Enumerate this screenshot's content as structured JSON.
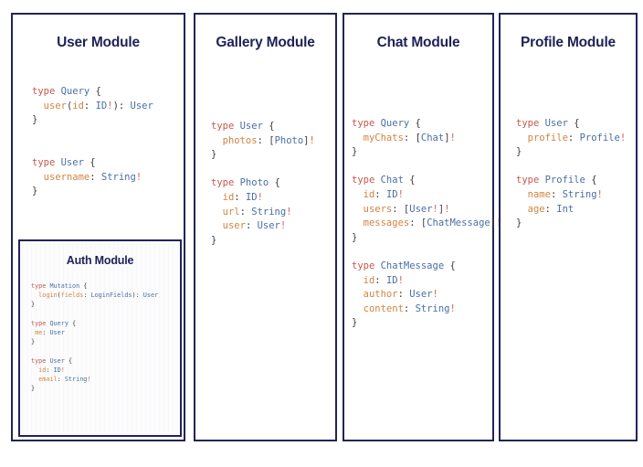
{
  "theme": {
    "page_background": "#ffffff",
    "panel_background": "#ffffff",
    "panel_border": "#232357",
    "title_color": "#1f2156",
    "code_keyword": "#c4584f",
    "code_type": "#4a6fa5",
    "code_field": "#d08442",
    "code_punctuation": "#3d3d3d"
  },
  "panels": [
    {
      "id": "user",
      "title": "User Module",
      "code_lines": [
        [
          {
            "t": "type ",
            "c": "kw"
          },
          {
            "t": "Query",
            "c": "type"
          },
          {
            "t": " {",
            "c": "punct"
          }
        ],
        [
          {
            "t": "  user",
            "c": "field"
          },
          {
            "t": "(",
            "c": "punct"
          },
          {
            "t": "id",
            "c": "field"
          },
          {
            "t": ": ",
            "c": "punct"
          },
          {
            "t": "ID",
            "c": "type"
          },
          {
            "t": "!",
            "c": "bang"
          },
          {
            "t": "): ",
            "c": "punct"
          },
          {
            "t": "User",
            "c": "type"
          }
        ],
        [
          {
            "t": "}",
            "c": "punct"
          }
        ],
        [],
        [],
        [
          {
            "t": "type ",
            "c": "kw"
          },
          {
            "t": "User",
            "c": "type"
          },
          {
            "t": " {",
            "c": "punct"
          }
        ],
        [
          {
            "t": "  username",
            "c": "field"
          },
          {
            "t": ": ",
            "c": "punct"
          },
          {
            "t": "String",
            "c": "type"
          },
          {
            "t": "!",
            "c": "bang"
          }
        ],
        [
          {
            "t": "}",
            "c": "punct"
          }
        ]
      ],
      "nested": {
        "id": "auth",
        "title": "Auth Module",
        "code_lines": [
          [
            {
              "t": "type ",
              "c": "kw"
            },
            {
              "t": "Mutation",
              "c": "type"
            },
            {
              "t": " {",
              "c": "punct"
            }
          ],
          [
            {
              "t": "  login",
              "c": "field"
            },
            {
              "t": "(",
              "c": "punct"
            },
            {
              "t": "fields",
              "c": "field"
            },
            {
              "t": ": ",
              "c": "punct"
            },
            {
              "t": "LoginFields",
              "c": "type"
            },
            {
              "t": "): ",
              "c": "punct"
            },
            {
              "t": "User",
              "c": "type"
            }
          ],
          [
            {
              "t": "}",
              "c": "punct"
            }
          ],
          [],
          [
            {
              "t": "type ",
              "c": "kw"
            },
            {
              "t": "Query",
              "c": "type"
            },
            {
              "t": " {",
              "c": "punct"
            }
          ],
          [
            {
              "t": " me",
              "c": "field"
            },
            {
              "t": ": ",
              "c": "punct"
            },
            {
              "t": "User",
              "c": "type"
            }
          ],
          [
            {
              "t": "}",
              "c": "punct"
            }
          ],
          [],
          [
            {
              "t": "type ",
              "c": "kw"
            },
            {
              "t": "User",
              "c": "type"
            },
            {
              "t": " {",
              "c": "punct"
            }
          ],
          [
            {
              "t": "  id",
              "c": "field"
            },
            {
              "t": ": ",
              "c": "punct"
            },
            {
              "t": "ID",
              "c": "type"
            },
            {
              "t": "!",
              "c": "bang"
            }
          ],
          [
            {
              "t": "  email",
              "c": "field"
            },
            {
              "t": ": ",
              "c": "punct"
            },
            {
              "t": "String",
              "c": "type"
            },
            {
              "t": "!",
              "c": "bang"
            }
          ],
          [
            {
              "t": "}",
              "c": "punct"
            }
          ]
        ]
      }
    },
    {
      "id": "gallery",
      "title": "Gallery Module",
      "code_lines": [
        [
          {
            "t": "type ",
            "c": "kw"
          },
          {
            "t": "User",
            "c": "type"
          },
          {
            "t": " {",
            "c": "punct"
          }
        ],
        [
          {
            "t": "  photos",
            "c": "field"
          },
          {
            "t": ": ",
            "c": "punct"
          },
          {
            "t": "[",
            "c": "punct"
          },
          {
            "t": "Photo",
            "c": "type"
          },
          {
            "t": "]",
            "c": "punct"
          },
          {
            "t": "!",
            "c": "bang"
          }
        ],
        [
          {
            "t": "}",
            "c": "punct"
          }
        ],
        [],
        [
          {
            "t": "type ",
            "c": "kw"
          },
          {
            "t": "Photo",
            "c": "type"
          },
          {
            "t": " {",
            "c": "punct"
          }
        ],
        [
          {
            "t": "  id",
            "c": "field"
          },
          {
            "t": ": ",
            "c": "punct"
          },
          {
            "t": "ID",
            "c": "type"
          },
          {
            "t": "!",
            "c": "bang"
          }
        ],
        [
          {
            "t": "  url",
            "c": "field"
          },
          {
            "t": ": ",
            "c": "punct"
          },
          {
            "t": "String",
            "c": "type"
          },
          {
            "t": "!",
            "c": "bang"
          }
        ],
        [
          {
            "t": "  user",
            "c": "field"
          },
          {
            "t": ": ",
            "c": "punct"
          },
          {
            "t": "User",
            "c": "type"
          },
          {
            "t": "!",
            "c": "bang"
          }
        ],
        [
          {
            "t": "}",
            "c": "punct"
          }
        ]
      ],
      "nested": null
    },
    {
      "id": "chat",
      "title": "Chat Module",
      "code_lines": [
        [
          {
            "t": "type ",
            "c": "kw"
          },
          {
            "t": "Query",
            "c": "type"
          },
          {
            "t": " {",
            "c": "punct"
          }
        ],
        [
          {
            "t": "  myChats",
            "c": "field"
          },
          {
            "t": ": ",
            "c": "punct"
          },
          {
            "t": "[",
            "c": "punct"
          },
          {
            "t": "Chat",
            "c": "type"
          },
          {
            "t": "]",
            "c": "punct"
          },
          {
            "t": "!",
            "c": "bang"
          }
        ],
        [
          {
            "t": "}",
            "c": "punct"
          }
        ],
        [],
        [
          {
            "t": "type ",
            "c": "kw"
          },
          {
            "t": "Chat",
            "c": "type"
          },
          {
            "t": " {",
            "c": "punct"
          }
        ],
        [
          {
            "t": "  id",
            "c": "field"
          },
          {
            "t": ": ",
            "c": "punct"
          },
          {
            "t": "ID",
            "c": "type"
          },
          {
            "t": "!",
            "c": "bang"
          }
        ],
        [
          {
            "t": "  users",
            "c": "field"
          },
          {
            "t": ": ",
            "c": "punct"
          },
          {
            "t": "[",
            "c": "punct"
          },
          {
            "t": "User",
            "c": "type"
          },
          {
            "t": "!",
            "c": "bang"
          },
          {
            "t": "]",
            "c": "punct"
          },
          {
            "t": "!",
            "c": "bang"
          }
        ],
        [
          {
            "t": "  messages",
            "c": "field"
          },
          {
            "t": ": ",
            "c": "punct"
          },
          {
            "t": "[",
            "c": "punct"
          },
          {
            "t": "ChatMessage",
            "c": "type"
          },
          {
            "t": "]",
            "c": "punct"
          },
          {
            "t": "!",
            "c": "bang"
          }
        ],
        [
          {
            "t": "}",
            "c": "punct"
          }
        ],
        [],
        [
          {
            "t": "type ",
            "c": "kw"
          },
          {
            "t": "ChatMessage",
            "c": "type"
          },
          {
            "t": " {",
            "c": "punct"
          }
        ],
        [
          {
            "t": "  id",
            "c": "field"
          },
          {
            "t": ": ",
            "c": "punct"
          },
          {
            "t": "ID",
            "c": "type"
          },
          {
            "t": "!",
            "c": "bang"
          }
        ],
        [
          {
            "t": "  author",
            "c": "field"
          },
          {
            "t": ": ",
            "c": "punct"
          },
          {
            "t": "User",
            "c": "type"
          },
          {
            "t": "!",
            "c": "bang"
          }
        ],
        [
          {
            "t": "  content",
            "c": "field"
          },
          {
            "t": ": ",
            "c": "punct"
          },
          {
            "t": "String",
            "c": "type"
          },
          {
            "t": "!",
            "c": "bang"
          }
        ],
        [
          {
            "t": "}",
            "c": "punct"
          }
        ]
      ],
      "nested": null
    },
    {
      "id": "profile",
      "title": "Profile Module",
      "code_lines": [
        [
          {
            "t": "type ",
            "c": "kw"
          },
          {
            "t": "User",
            "c": "type"
          },
          {
            "t": " {",
            "c": "punct"
          }
        ],
        [
          {
            "t": "  profile",
            "c": "field"
          },
          {
            "t": ": ",
            "c": "punct"
          },
          {
            "t": "Profile",
            "c": "type"
          },
          {
            "t": "!",
            "c": "bang"
          }
        ],
        [
          {
            "t": "}",
            "c": "punct"
          }
        ],
        [],
        [
          {
            "t": "type ",
            "c": "kw"
          },
          {
            "t": "Profile",
            "c": "type"
          },
          {
            "t": " {",
            "c": "punct"
          }
        ],
        [
          {
            "t": "  name",
            "c": "field"
          },
          {
            "t": ": ",
            "c": "punct"
          },
          {
            "t": "String",
            "c": "type"
          },
          {
            "t": "!",
            "c": "bang"
          }
        ],
        [
          {
            "t": "  age",
            "c": "field"
          },
          {
            "t": ": ",
            "c": "punct"
          },
          {
            "t": "Int",
            "c": "type"
          }
        ],
        [
          {
            "t": "}",
            "c": "punct"
          }
        ]
      ],
      "nested": null
    }
  ]
}
